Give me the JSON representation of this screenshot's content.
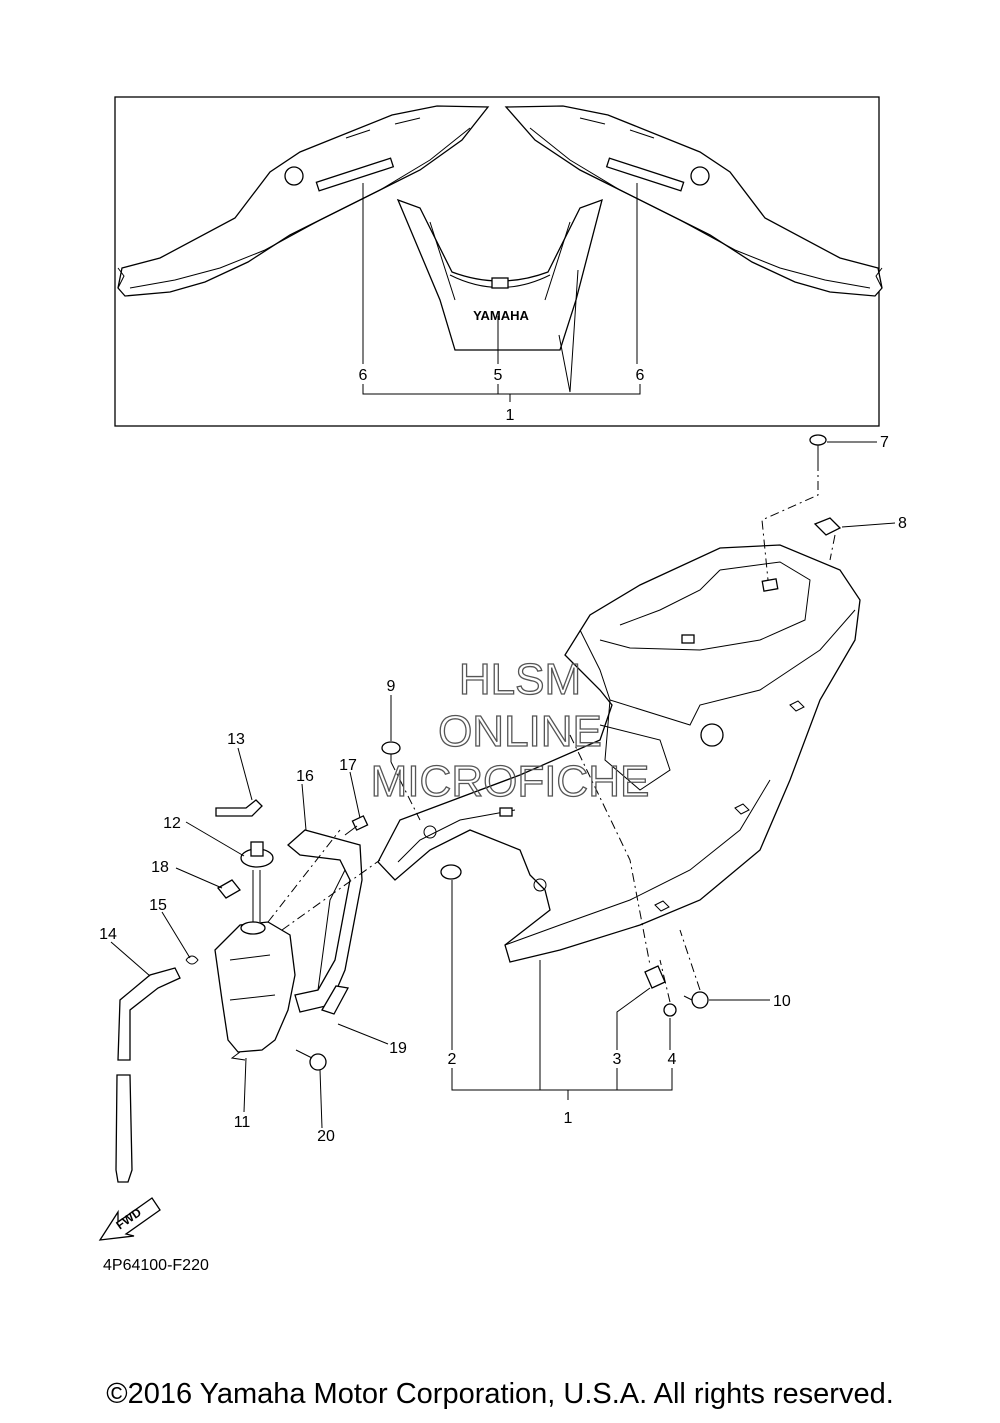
{
  "diagram": {
    "part_code": "4P64100-F220",
    "brand_text": "YAMAHA",
    "fwd_text": "FWD",
    "watermark": [
      "HLSM",
      "ONLINE",
      "MICROFICHE"
    ],
    "callouts": {
      "top_6_left": "6",
      "top_5": "5",
      "top_6_right": "6",
      "top_1": "1",
      "n7": "7",
      "n8": "8",
      "n9": "9",
      "n10": "10",
      "n13": "13",
      "n12": "12",
      "n17": "17",
      "n16": "16",
      "n18": "18",
      "n15": "15",
      "n14": "14",
      "n19": "19",
      "n11": "11",
      "n20": "20",
      "n2": "2",
      "n3": "3",
      "n4": "4",
      "n1": "1"
    }
  },
  "footer": {
    "copyright": "©2016 Yamaha Motor Corporation, U.S.A. All rights reserved."
  }
}
